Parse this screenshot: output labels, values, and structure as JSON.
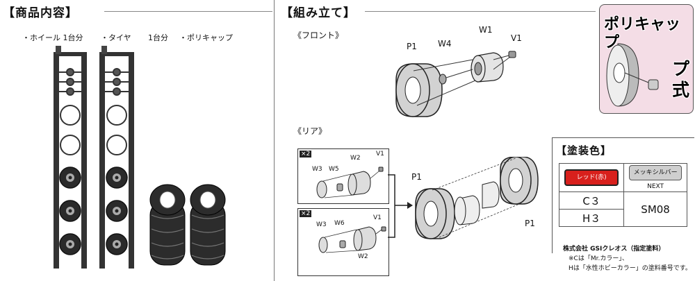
{
  "contents": {
    "header": "【商品内容】",
    "items": [
      "・ホイール 1台分",
      "・タイヤ",
      "1台分",
      "・ポリキャップ"
    ]
  },
  "assembly": {
    "header": "【組み立て】",
    "front": {
      "label": "《フロント》",
      "parts": {
        "p1": "P1",
        "w4": "W4",
        "w1": "W1",
        "v1": "V1"
      }
    },
    "rear": {
      "label": "《リア》",
      "top_box": {
        "qty": "×2",
        "w2": "W2",
        "v1": "V1",
        "w3": "W3",
        "w5": "W5"
      },
      "bottom_box": {
        "qty": "×2",
        "w3": "W3",
        "w6": "W6",
        "v1": "V1",
        "w2": "W2"
      },
      "assembled": {
        "p1_left": "P1",
        "p1_right": "P1"
      }
    }
  },
  "polycap_badge": {
    "lines": [
      "ポリキャップ",
      "プ",
      "式"
    ]
  },
  "paint": {
    "header": "【塗装色】",
    "colors": {
      "red": "レッド(赤)",
      "silver": "メッキシルバーNEXT"
    },
    "codes": {
      "c": "C３",
      "h": "H３",
      "sm": "SM08"
    },
    "brand": "株式会社 GSIクレオス（指定塗料）",
    "note1": "※Cは「Mr.カラー」、",
    "note2": "Hは「水性ホビーカラー」の塗料番号です。",
    "accent_red": "#d8201c",
    "accent_pink": "#f4dde6"
  }
}
